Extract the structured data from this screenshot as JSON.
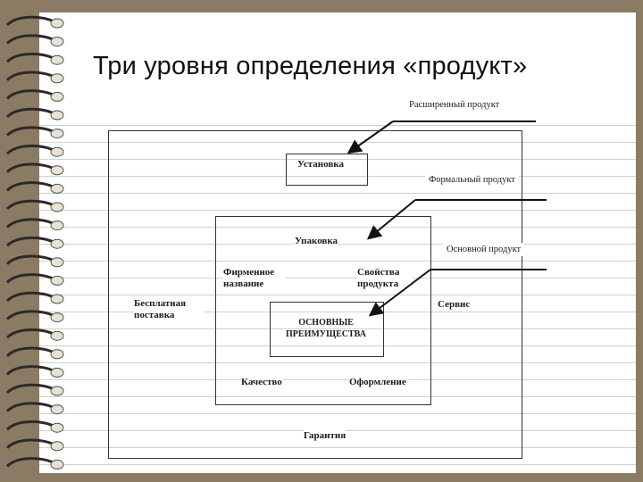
{
  "title": "Три уровня определения «продукт»",
  "callouts": {
    "extended": "Расширенный продукт",
    "formal": "Формальный продукт",
    "core": "Основной продукт"
  },
  "labels": {
    "installation": "Установка",
    "packaging": "Упаковка",
    "brand_name": "Фирменное название",
    "properties": "Свойства продукта",
    "free_delivery": "Бесплатная поставка",
    "service": "Сервис",
    "core_benefits": "ОСНОВНЫЕ ПРЕИМУЩЕСТВА",
    "quality": "Качество",
    "design": "Оформление",
    "warranty": "Гарантия"
  }
}
